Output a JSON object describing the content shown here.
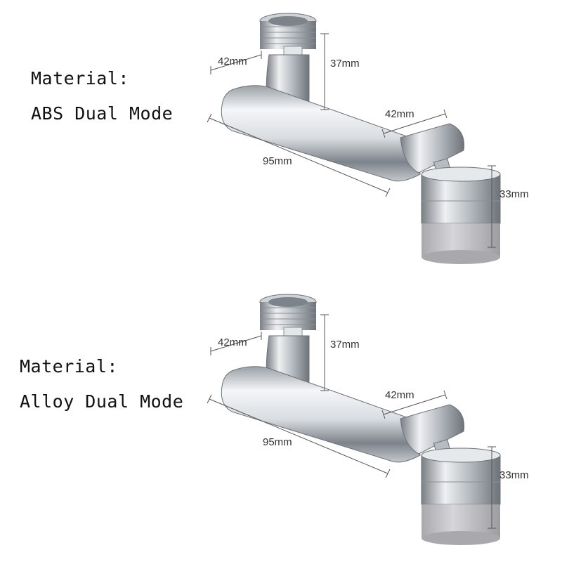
{
  "products": [
    {
      "material_label": "Material:",
      "material_value": "ABS Dual Mode",
      "dims": {
        "inlet_width": "42mm",
        "inlet_height": "37mm",
        "arm_length": "95mm",
        "joint_width": "42mm",
        "aerator_height": "33mm"
      }
    },
    {
      "material_label": "Material:",
      "material_value": "Alloy Dual Mode",
      "dims": {
        "inlet_width": "42mm",
        "inlet_height": "37mm",
        "arm_length": "95mm",
        "joint_width": "42mm",
        "aerator_height": "33mm"
      }
    }
  ],
  "colors": {
    "chrome_dark": "#6e7379",
    "chrome_light": "#f4f6f8",
    "aerator_tip": "#c9c9cc",
    "dimension_line": "#555555"
  }
}
